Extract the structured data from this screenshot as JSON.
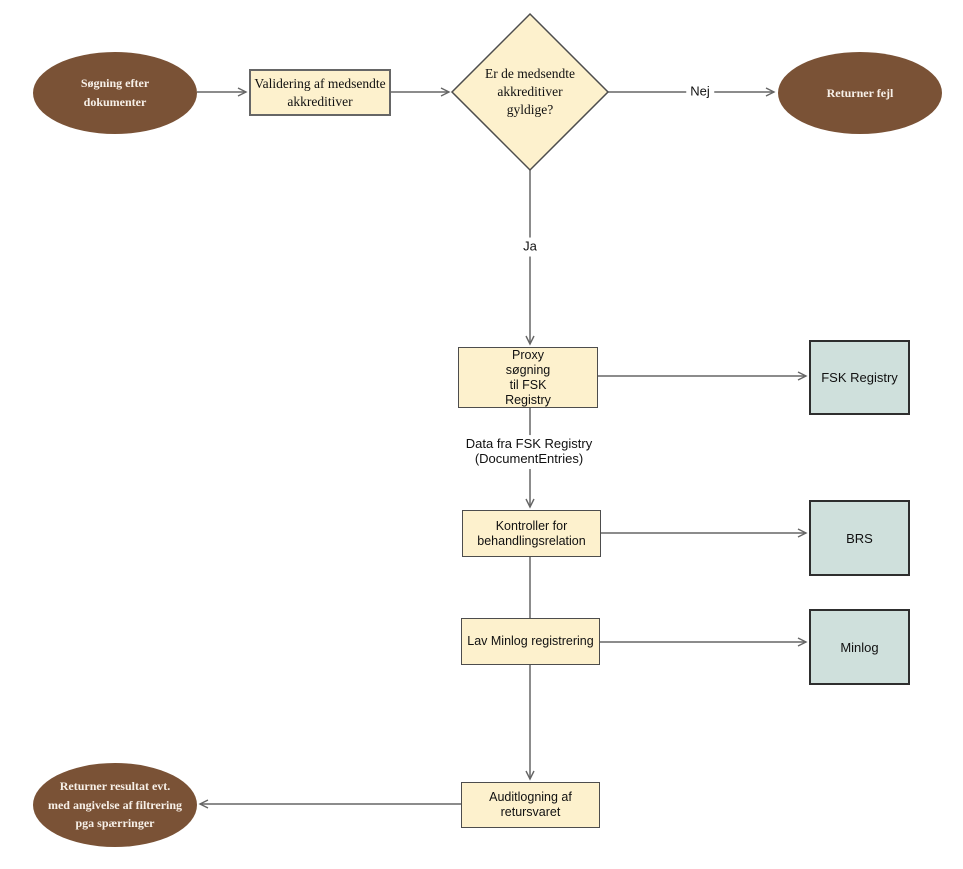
{
  "colors": {
    "terminator_fill": "#7a5236",
    "terminator_text": "#f7f0e8",
    "process_fill": "#fdf1cd",
    "process_border": "#4d4d4d",
    "external_fill": "#cfe0dc",
    "external_border": "#2e2e2e",
    "connector": "#666666",
    "text": "#111111"
  },
  "nodes": {
    "start": {
      "label": "Søgning efter\ndokumenter",
      "type": "terminator"
    },
    "validate": {
      "label": "Validering af medsendte\nakkreditiver",
      "type": "process"
    },
    "decision": {
      "label": "Er de medsendte\nakkreditiver\ngyldige?",
      "type": "decision"
    },
    "return_error": {
      "label": "Returner fejl",
      "type": "terminator"
    },
    "proxy_search": {
      "label": "Proxy\nsøgning\ntil FSK\nRegistry",
      "type": "process"
    },
    "fsk_registry": {
      "label": "FSK Registry",
      "type": "external-system"
    },
    "behandlingsrelation": {
      "label": "Kontroller for\nbehandlingsrelation",
      "type": "process"
    },
    "brs": {
      "label": "BRS",
      "type": "external-system"
    },
    "lav_minlog": {
      "label": "Lav Minlog registrering",
      "type": "process"
    },
    "minlog": {
      "label": "Minlog",
      "type": "external-system"
    },
    "audit_log": {
      "label": "Auditlogning af\nretursvaret",
      "type": "process"
    },
    "return_result": {
      "label": "Returner resultat evt.\nmed angivelse af filtrering\npga spærringer",
      "type": "terminator"
    }
  },
  "edge_labels": {
    "no": "Nej",
    "yes": "Ja",
    "fsk_data": "Data fra FSK Registry\n(DocumentEntries)"
  }
}
